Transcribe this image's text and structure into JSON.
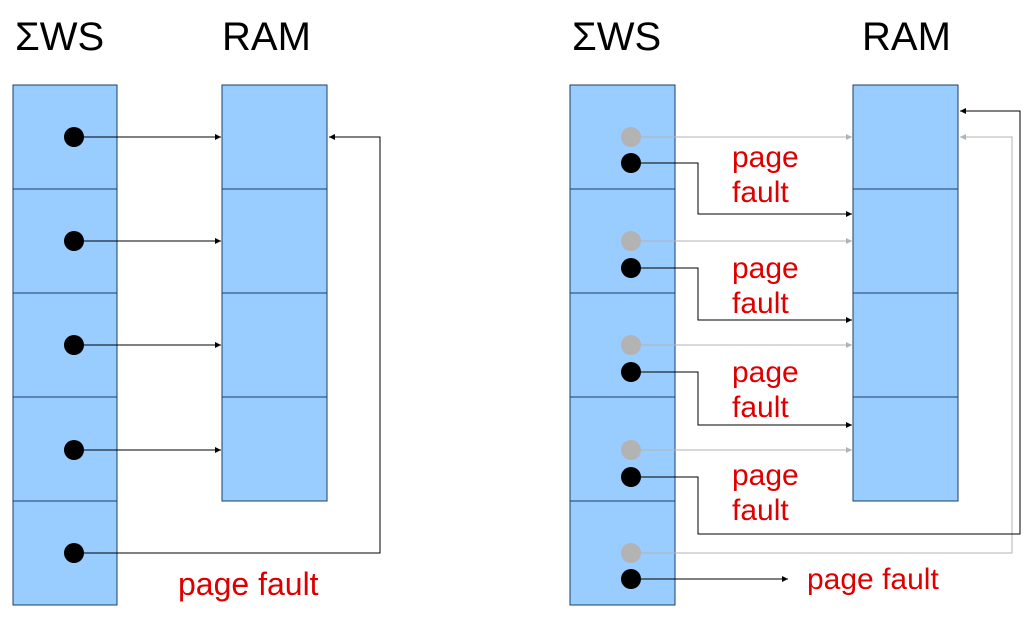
{
  "left": {
    "ws_title": "ΣWS",
    "ram_title": "RAM",
    "fault_label": "page fault"
  },
  "right": {
    "ws_title": "ΣWS",
    "ram_title": "RAM",
    "fault_labels": [
      {
        "line1": "page",
        "line2": "fault"
      },
      {
        "line1": "page",
        "line2": "fault"
      },
      {
        "line1": "page",
        "line2": "fault"
      },
      {
        "line1": "page",
        "line2": "fault"
      }
    ],
    "final_fault_label": "page fault"
  },
  "colors": {
    "cell_fill": "#99ccff",
    "cell_stroke": "#1a3f66",
    "arrow_black": "#000000",
    "arrow_gray": "#b3b3b3",
    "fault_text": "#dd0000"
  }
}
